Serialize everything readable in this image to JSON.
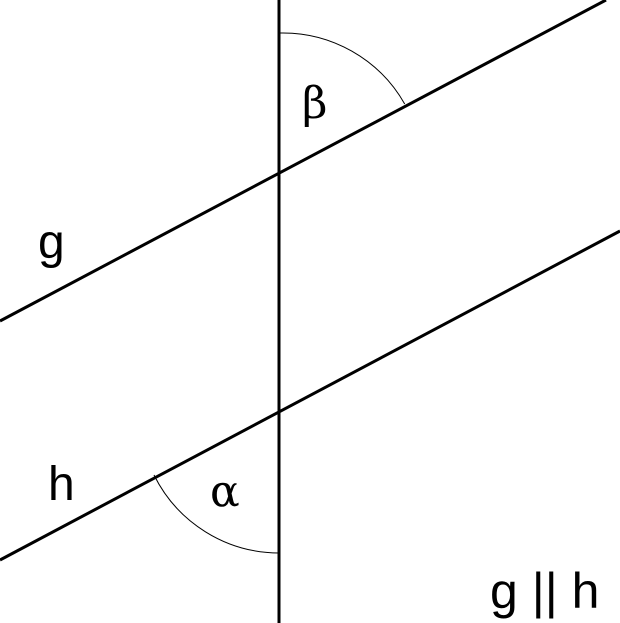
{
  "diagram": {
    "lines": {
      "g": "g",
      "h": "h"
    },
    "angles": {
      "beta": "β",
      "alpha": "α"
    },
    "caption": "g || h",
    "colors": {
      "stroke": "#000000",
      "background": "#ffffff"
    }
  }
}
